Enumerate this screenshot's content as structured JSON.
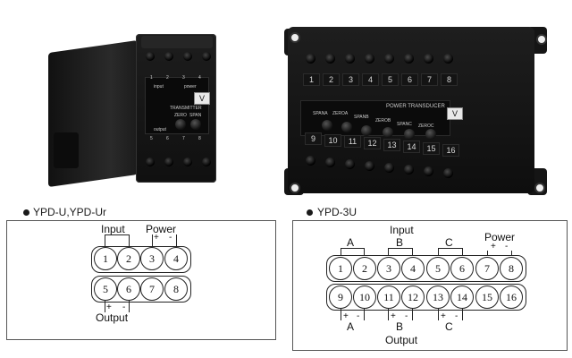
{
  "device_left": {
    "label_top": "input",
    "label_power": "power",
    "label_output": "output",
    "title": "TRANSMITTER",
    "tag": "V",
    "knob1": "ZERO",
    "knob2": "SPAN",
    "top_nums": [
      "1",
      "2",
      "3",
      "4"
    ],
    "bottom_nums": [
      "5",
      "6",
      "7",
      "8"
    ]
  },
  "device_right": {
    "title": "POWER TRANSDUCER",
    "tag": "V",
    "top_nums": [
      "1",
      "2",
      "3",
      "4",
      "5",
      "6",
      "7",
      "8"
    ],
    "bottom_nums": [
      "9",
      "10",
      "11",
      "12",
      "13",
      "14",
      "15",
      "16"
    ],
    "knobs": [
      "SPANA",
      "ZEROA",
      "SPANB",
      "ZEROB",
      "SPANC",
      "ZEROC"
    ]
  },
  "left_diagram": {
    "heading": "YPD-U,YPD-Ur",
    "input_label": "Input",
    "power_label": "Power",
    "output_label": "Output",
    "plus": "+",
    "minus": "-",
    "top": [
      "1",
      "2",
      "3",
      "4"
    ],
    "bottom": [
      "5",
      "6",
      "7",
      "8"
    ]
  },
  "right_diagram": {
    "heading": "YPD-3U",
    "input_label": "Input",
    "power_label": "Power",
    "output_label": "Output",
    "a": "A",
    "b": "B",
    "c": "C",
    "plus": "+",
    "minus": "-",
    "top": [
      "1",
      "2",
      "3",
      "4",
      "5",
      "6",
      "7",
      "8"
    ],
    "bottom": [
      "9",
      "10",
      "11",
      "12",
      "13",
      "14",
      "15",
      "16"
    ]
  }
}
